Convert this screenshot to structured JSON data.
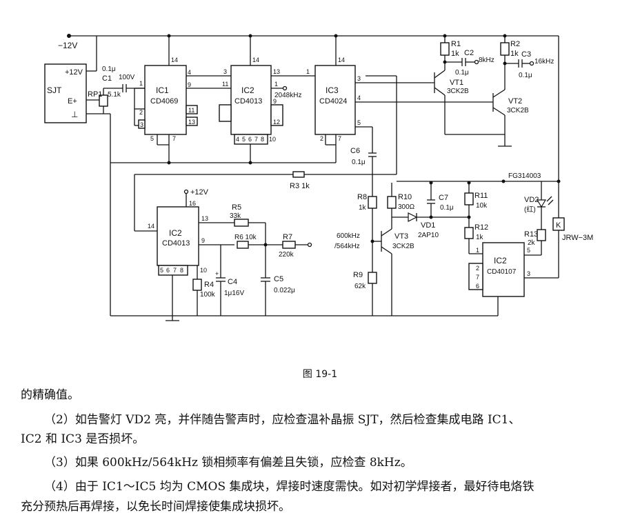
{
  "figure": {
    "caption": "图 19-1",
    "supply_neg": "−12V",
    "sjt": {
      "name": "SJT",
      "pin_vcc": "+12V",
      "pin_e": "E+",
      "pin_gnd": "⊥"
    },
    "c1": {
      "top": "0.1μ",
      "name": "C1",
      "volt": "100V"
    },
    "rp1": {
      "name": "RP1",
      "value": "5.1k"
    },
    "ic1": {
      "name": "IC1",
      "part": "CD4069",
      "pins": [
        "1",
        "2",
        "3",
        "4",
        "5",
        "7",
        "9",
        "11",
        "13",
        "14"
      ]
    },
    "ic2a": {
      "name": "IC2",
      "part": "CD4013",
      "pins": [
        "3",
        "11",
        "13",
        "1",
        "2048kHz",
        "9",
        "12",
        "4",
        "5",
        "6",
        "7",
        "8",
        "10",
        "14"
      ]
    },
    "ic3": {
      "name": "IC3",
      "part": "CD4024",
      "pins": [
        "1",
        "3",
        "4",
        "5",
        "2",
        "7",
        "14"
      ]
    },
    "r1": {
      "name": "R1",
      "value": "1k"
    },
    "r2": {
      "name": "R2",
      "value": "1k"
    },
    "c2": {
      "name": "C2",
      "value": "0.1μ",
      "freq": "8kHz"
    },
    "c3": {
      "name": "C3",
      "value": "0.1μ",
      "freq": "16kHz"
    },
    "vt1": {
      "name": "VT1",
      "part": "3CK2B"
    },
    "vt2": {
      "name": "VT2",
      "part": "3CK2B"
    },
    "c6": {
      "name": "C6",
      "value": "0.1μ"
    },
    "r3": {
      "label": "R3 1k"
    },
    "module_id": "FG314003",
    "ic2b": {
      "vcc": "+12V",
      "name": "IC2",
      "part": "CD4013",
      "pins": [
        "14",
        "16",
        "13",
        "9",
        "5",
        "6",
        "7",
        "8",
        "10"
      ]
    },
    "r5": {
      "name": "R5",
      "value": "33k"
    },
    "r6": {
      "label": "R6 10k"
    },
    "r7": {
      "name": "R7",
      "value": "220k"
    },
    "r4": {
      "name": "R4",
      "value": "100k"
    },
    "c4": {
      "name": "C4",
      "value": "1μ16V"
    },
    "c5": {
      "name": "C5",
      "value": "0.022μ"
    },
    "r8": {
      "name": "R8",
      "value": "1k"
    },
    "r9": {
      "name": "R9",
      "value": "62k"
    },
    "freq_label": {
      "line1": "600kHz",
      "line2": "/564kHz"
    },
    "vt3": {
      "name": "VT3",
      "part": "3CK2B"
    },
    "r10": {
      "name": "R10",
      "value": "300Ω"
    },
    "c7": {
      "name": "C7",
      "value": "0.1μ"
    },
    "vd1": {
      "name": "VD1",
      "part": "2AP10"
    },
    "r11": {
      "name": "R11",
      "value": "10k"
    },
    "r12": {
      "name": "R12",
      "value": "1k"
    },
    "ic2c": {
      "name": "IC2",
      "part": "CD40107",
      "pins": [
        "1",
        "2",
        "7",
        "6",
        "5",
        "3"
      ]
    },
    "vd2": {
      "name": "VD2",
      "color": "(红)"
    },
    "r13": {
      "name": "R13",
      "value": "2k"
    },
    "relay": {
      "name": "K",
      "part": "JRW−3M"
    }
  },
  "text": {
    "line0": "的精确值。",
    "p2_a": "（2）如告警灯 VD2 亮，并伴随告警声时，应检查温补晶振 SJT，然后检查集成电路 IC1、",
    "p2_b": "IC2 和 IC3 是否损坏。",
    "p3": "（3）如果 600kHz/564kHz 锁相频率有偏差且失锁，应检查 8kHz。",
    "p4_a": "（4）由于 IC1～IC5 均为 CMOS 集成块，焊接时速度需快。如对初学焊接者，最好待电烙铁",
    "p4_b": "充分预热后再焊接，以免长时间焊接使集成块损坏。"
  }
}
